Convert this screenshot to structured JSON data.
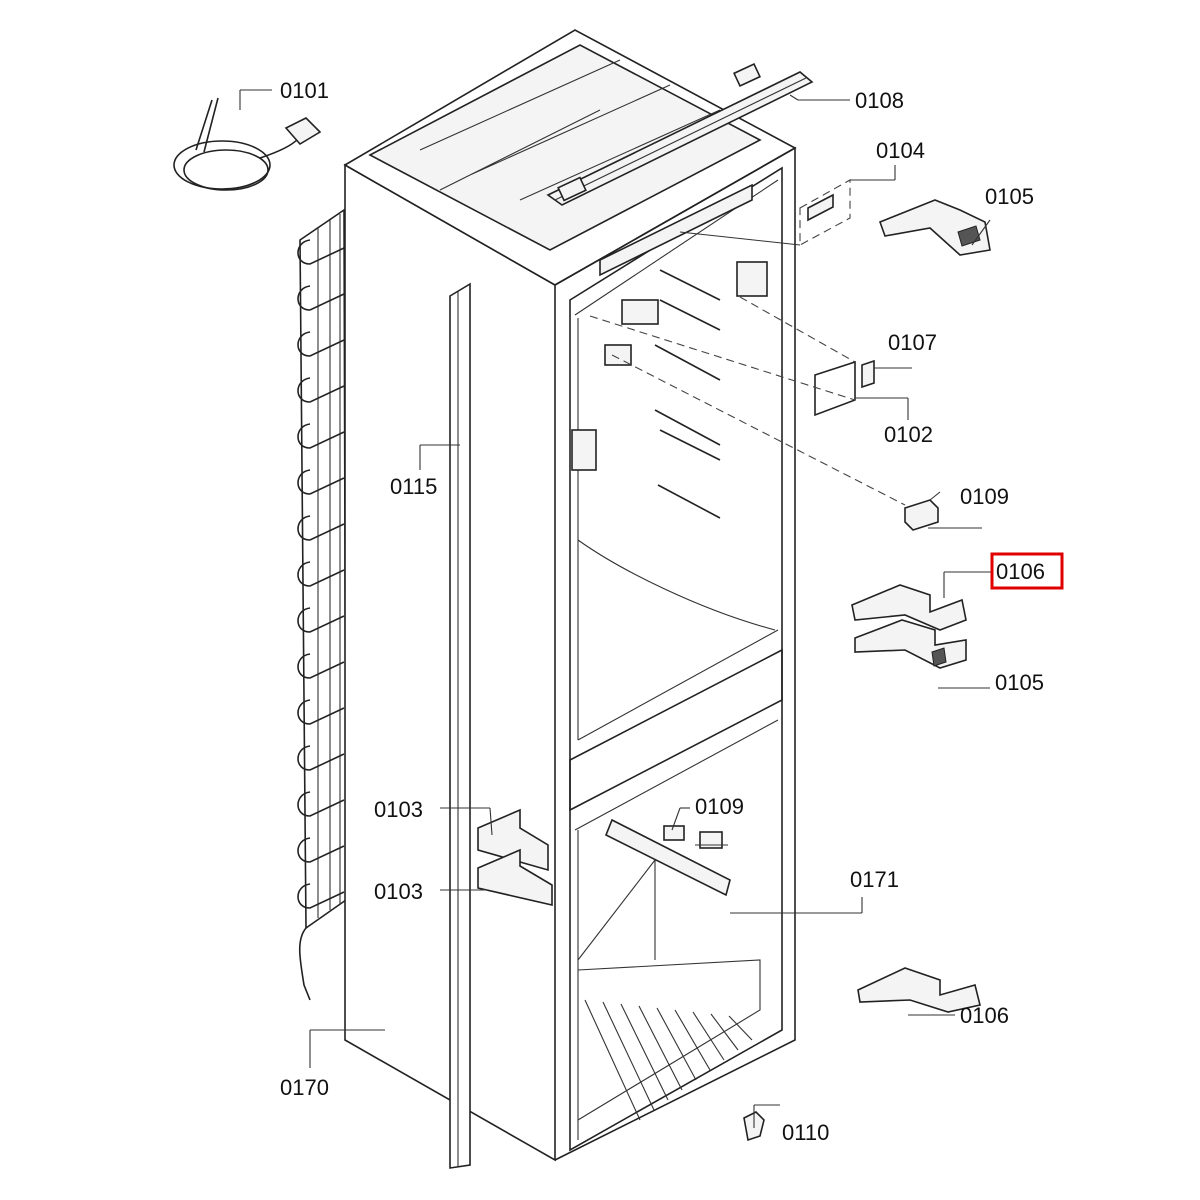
{
  "labels": {
    "l0101": "0101",
    "l0108": "0108",
    "l0104": "0104",
    "l0105a": "0105",
    "l0107": "0107",
    "l0102": "0102",
    "l0115": "0115",
    "l0109a": "0109",
    "l0106a": "0106",
    "l0105b": "0105",
    "l0103a": "0103",
    "l0103b": "0103",
    "l0109b": "0109",
    "l0171": "0171",
    "l0106b": "0106",
    "l0170": "0170",
    "l0110": "0110"
  },
  "highlight": {
    "label": "0106",
    "color": "#e00000"
  }
}
